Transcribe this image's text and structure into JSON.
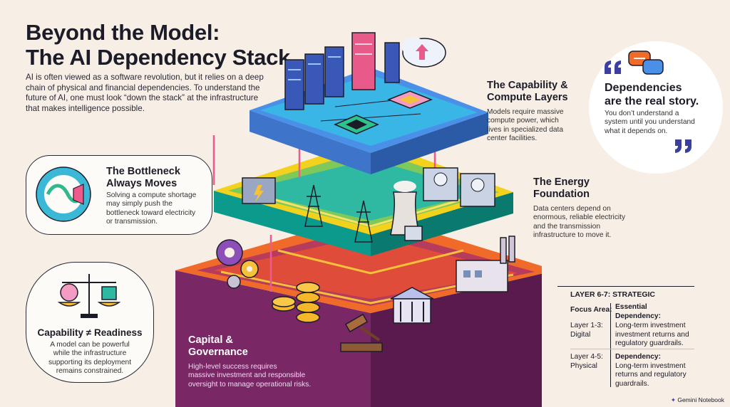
{
  "title": {
    "line1": "Beyond the Model:",
    "line2": "The AI Dependency Stack"
  },
  "intro": "AI is often viewed as a software revolution, but it relies on a deep chain of physical and financial dependencies. To understand the future of AI, one must look “down the stack” at the infrastructure that makes intelligence possible.",
  "capability_layer": {
    "title_line1": "The Capability &",
    "title_line2": "Compute Layers",
    "body_lines": [
      "Models require massive",
      "compute power, which",
      "lives in specialized data",
      "center facilities."
    ]
  },
  "energy_layer": {
    "title_line1": "The Energy",
    "title_line2": "Foundation",
    "body_lines": [
      "Data centers depend on",
      "enormous, reliable electricity",
      "and the transmission",
      "infrastructure to move it."
    ]
  },
  "capital_layer": {
    "title_line1": "Capital &",
    "title_line2": "Governance",
    "body_lines": [
      "High-level success requires",
      "massive investment and responsible",
      "oversight to manage operational risks."
    ]
  },
  "bottleneck": {
    "title_line1": "The Bottleneck",
    "title_line2": "Always Moves",
    "body_lines": [
      "Solving a compute shortage",
      "may simply push the",
      "bottleneck toward electricity",
      "or transmission."
    ]
  },
  "readiness": {
    "title": "Capability ≠ Readiness",
    "body_lines": [
      "A model can be powerful",
      "while the infrastructure",
      "supporting its deployment",
      "remains constrained."
    ]
  },
  "quote": {
    "title_line1": "Dependencies",
    "title_line2": "are the real story.",
    "body_lines": [
      "You don’t understand a",
      "system until you understand",
      "what it depends on."
    ]
  },
  "strategic": {
    "header": "LAYER 6-7: STRATEGIC",
    "focus_label": "Focus Area:",
    "essential_line1": "Essential",
    "essential_line2": "Dependency:",
    "row1_left_line1": "Layer 1-3:",
    "row1_left_line2": "Digital",
    "row1_right_lines": [
      "Long-term investment",
      "investment returns and",
      "regulatory guardrails."
    ],
    "row2_left_line1": "Layer 4-5:",
    "row2_left_line2": "Physical",
    "row2_label": "Dependency:",
    "row2_right_lines": [
      "Long-term investment",
      "returns and regulatory",
      "guardrails."
    ]
  },
  "brand": "Gemini Notebook",
  "colors": {
    "background": "#f7eee6",
    "compute_layer": "#4a8fe8",
    "energy_layer": "#f2d21c",
    "capital_layer": "#f06a2a",
    "base": "#6b2058"
  },
  "icons": {
    "bottleneck": "flow-loop-icon",
    "readiness": "balance-scale-icon",
    "quote_open": "quote-open-icon",
    "quote_close": "quote-close-icon",
    "chat": "chat-bubbles-icon",
    "cloud": "cloud-upload-icon",
    "brand": "gemini-sparkle-icon"
  }
}
